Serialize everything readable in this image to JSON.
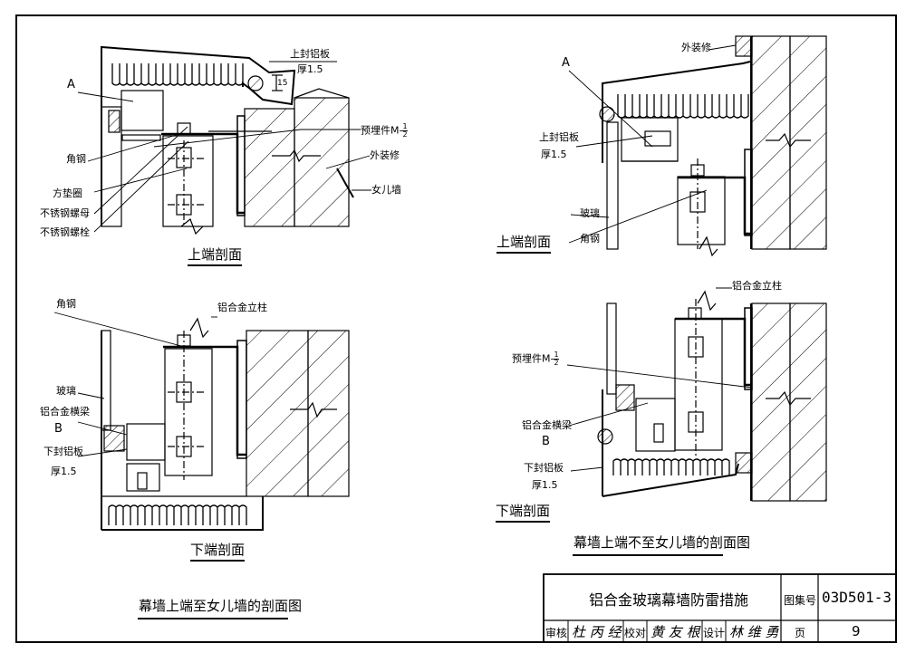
{
  "drawing": {
    "main_titles": {
      "left": "幕墙上端至女儿墙的剖面图",
      "right": "幕墙上端不至女儿墙的剖面图"
    },
    "views": {
      "tl": {
        "caption": "上端剖面"
      },
      "bl": {
        "caption": "下端剖面"
      },
      "tr": {
        "caption": "上端剖面"
      },
      "br": {
        "caption": "下端剖面"
      }
    },
    "labels": {
      "tl_top_cover_1": "上封铝板",
      "tl_top_cover_2": "厚1.5",
      "tl_dim": "15",
      "tl_A": "A",
      "tl_embed": "预埋件M-",
      "tl_embed_num": "1",
      "tl_embed_den": "2",
      "tl_exterior": "外装修",
      "tl_parapet": "女儿墙",
      "tl_angle": "角钢",
      "tl_washer": "方垫圈",
      "tl_nut": "不锈钢螺母",
      "tl_bolt": "不锈钢螺栓",
      "bl_angle": "角钢",
      "bl_column": "铝合金立柱",
      "bl_glass": "玻璃",
      "bl_beam": "铝合金横梁",
      "bl_B": "B",
      "bl_bottom_cover_1": "下封铝板",
      "bl_bottom_cover_2": "厚1.5",
      "tr_exterior": "外装修",
      "tr_A": "A",
      "tr_top_cover_1": "上封铝板",
      "tr_top_cover_2": "厚1.5",
      "tr_glass": "玻璃",
      "tr_angle": "角钢",
      "br_column": "铝合金立柱",
      "br_embed": "预埋件M-",
      "br_embed_num": "1",
      "br_embed_den": "2",
      "br_beam": "铝合金横梁",
      "br_B": "B",
      "br_bottom_cover_1": "下封铝板",
      "br_bottom_cover_2": "厚1.5"
    }
  },
  "title_block": {
    "title": "铝合金玻璃幕墙防雷措施",
    "atlas_label": "图集号",
    "atlas_number": "03D501-3",
    "page_label": "页",
    "page_number": "9",
    "review_label": "审核",
    "review_signature": "杜 丙 经",
    "check_label": "校对",
    "check_signature": "黄 友 根",
    "design_label": "设计",
    "design_signature": "林 维 勇"
  }
}
